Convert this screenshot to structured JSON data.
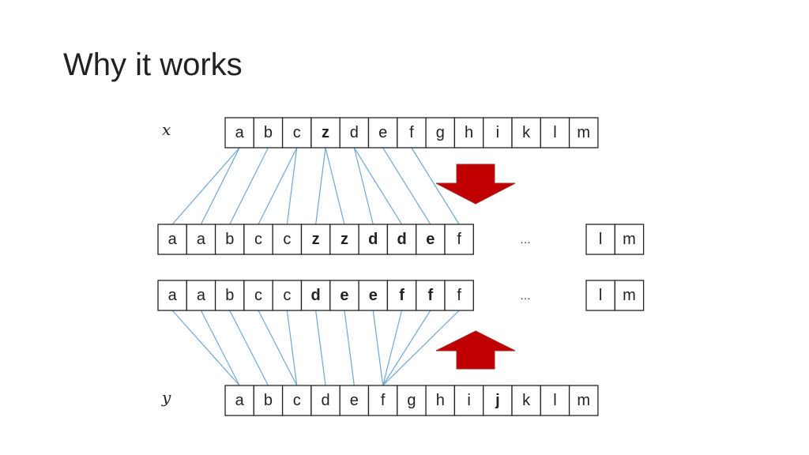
{
  "title": "Why it works",
  "rows": {
    "x": {
      "label": "x",
      "cells": [
        {
          "text": "a",
          "bold": false
        },
        {
          "text": "b",
          "bold": false
        },
        {
          "text": "c",
          "bold": false
        },
        {
          "text": "z",
          "bold": true
        },
        {
          "text": "d",
          "bold": false
        },
        {
          "text": "e",
          "bold": false
        },
        {
          "text": "f",
          "bold": false
        },
        {
          "text": "g",
          "bold": false
        },
        {
          "text": "h",
          "bold": false
        },
        {
          "text": "i",
          "bold": false
        },
        {
          "text": "k",
          "bold": false
        },
        {
          "text": "l",
          "bold": false
        },
        {
          "text": "m",
          "bold": false
        }
      ]
    },
    "upsampled_x": {
      "cells": [
        {
          "text": "a",
          "bold": false
        },
        {
          "text": "a",
          "bold": false
        },
        {
          "text": "b",
          "bold": false
        },
        {
          "text": "c",
          "bold": false
        },
        {
          "text": "c",
          "bold": false
        },
        {
          "text": "z",
          "bold": true
        },
        {
          "text": "z",
          "bold": true
        },
        {
          "text": "d",
          "bold": true
        },
        {
          "text": "d",
          "bold": true
        },
        {
          "text": "e",
          "bold": true
        },
        {
          "text": "f",
          "bold": false
        }
      ],
      "ellipsis": "…",
      "tail": [
        {
          "text": "l",
          "bold": false
        },
        {
          "text": "m",
          "bold": false
        }
      ]
    },
    "upsampled_y": {
      "cells": [
        {
          "text": "a",
          "bold": false
        },
        {
          "text": "a",
          "bold": false
        },
        {
          "text": "b",
          "bold": false
        },
        {
          "text": "c",
          "bold": false
        },
        {
          "text": "c",
          "bold": false
        },
        {
          "text": "d",
          "bold": true
        },
        {
          "text": "e",
          "bold": true
        },
        {
          "text": "e",
          "bold": true
        },
        {
          "text": "f",
          "bold": true
        },
        {
          "text": "f",
          "bold": true
        },
        {
          "text": "f",
          "bold": false
        }
      ],
      "ellipsis": "…",
      "tail": [
        {
          "text": "l",
          "bold": false
        },
        {
          "text": "m",
          "bold": false
        }
      ]
    },
    "y": {
      "label": "y",
      "cells": [
        {
          "text": "a",
          "bold": false
        },
        {
          "text": "b",
          "bold": false
        },
        {
          "text": "c",
          "bold": false
        },
        {
          "text": "d",
          "bold": false
        },
        {
          "text": "e",
          "bold": false
        },
        {
          "text": "f",
          "bold": false
        },
        {
          "text": "g",
          "bold": false
        },
        {
          "text": "h",
          "bold": false
        },
        {
          "text": "i",
          "bold": false
        },
        {
          "text": "j",
          "bold": true
        },
        {
          "text": "k",
          "bold": false
        },
        {
          "text": "l",
          "bold": false
        },
        {
          "text": "m",
          "bold": false
        }
      ]
    }
  },
  "mappings": {
    "x_to_upsampled": [
      [
        0,
        0
      ],
      [
        0,
        1
      ],
      [
        1,
        2
      ],
      [
        2,
        3
      ],
      [
        2,
        4
      ],
      [
        3,
        5
      ],
      [
        3,
        6
      ],
      [
        4,
        7
      ],
      [
        4,
        8
      ],
      [
        5,
        9
      ],
      [
        6,
        10
      ]
    ],
    "y_to_upsampled": [
      [
        0,
        0
      ],
      [
        0,
        1
      ],
      [
        1,
        2
      ],
      [
        2,
        3
      ],
      [
        2,
        4
      ],
      [
        3,
        5
      ],
      [
        4,
        6
      ],
      [
        5,
        7
      ],
      [
        5,
        8
      ],
      [
        5,
        9
      ],
      [
        5,
        10
      ]
    ]
  },
  "colors": {
    "arrow_fill": "#c00000",
    "arrow_stroke": "#a52a2a",
    "line": "#6ea8d6",
    "text": "#222222"
  },
  "icons": {
    "down_arrow": "down-arrow-icon",
    "up_arrow": "up-arrow-icon"
  }
}
